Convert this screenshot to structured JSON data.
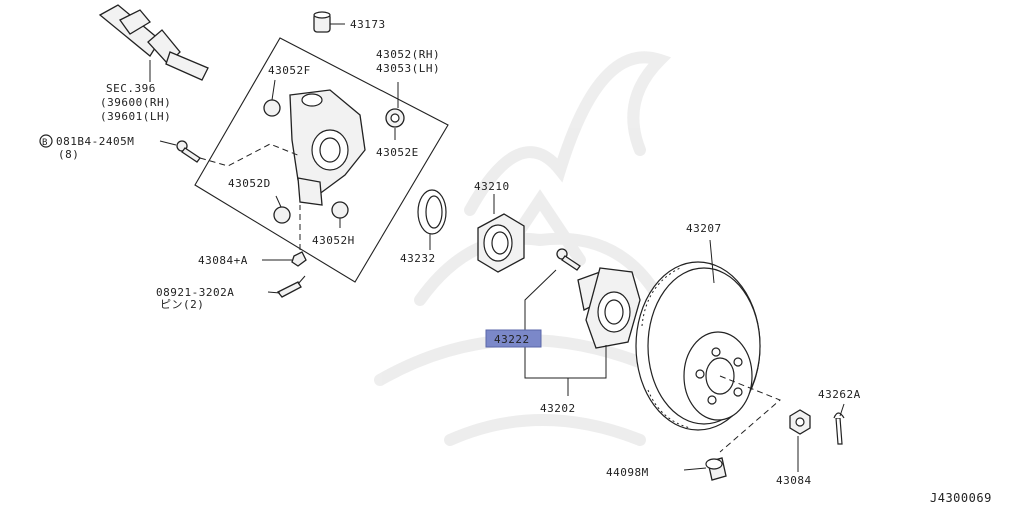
{
  "drawing_id": "J4300069",
  "labels": {
    "sec": "SEC.396",
    "sec_rh": "(39600(RH)",
    "sec_lh": "(39601(LH)",
    "p43173": "43173",
    "p43052_rh": "43052(RH)",
    "p43053_lh": "43053(LH)",
    "p43052f": "43052F",
    "bolt": "081B4-2405M",
    "bolt_qty": "(8)",
    "p43052e": "43052E",
    "p43052d": "43052D",
    "p43052h": "43052H",
    "p43084a": "43084+A",
    "pin": "08921-3202A",
    "pin_qty": "ピン(2)",
    "p43210": "43210",
    "p43232": "43232",
    "p43222": "43222",
    "p43202": "43202",
    "p43207": "43207",
    "p43262a": "43262A",
    "p43084": "43084",
    "p44098m": "44098M"
  },
  "highlight": {
    "part": "43222",
    "color": "#7b88c9"
  }
}
